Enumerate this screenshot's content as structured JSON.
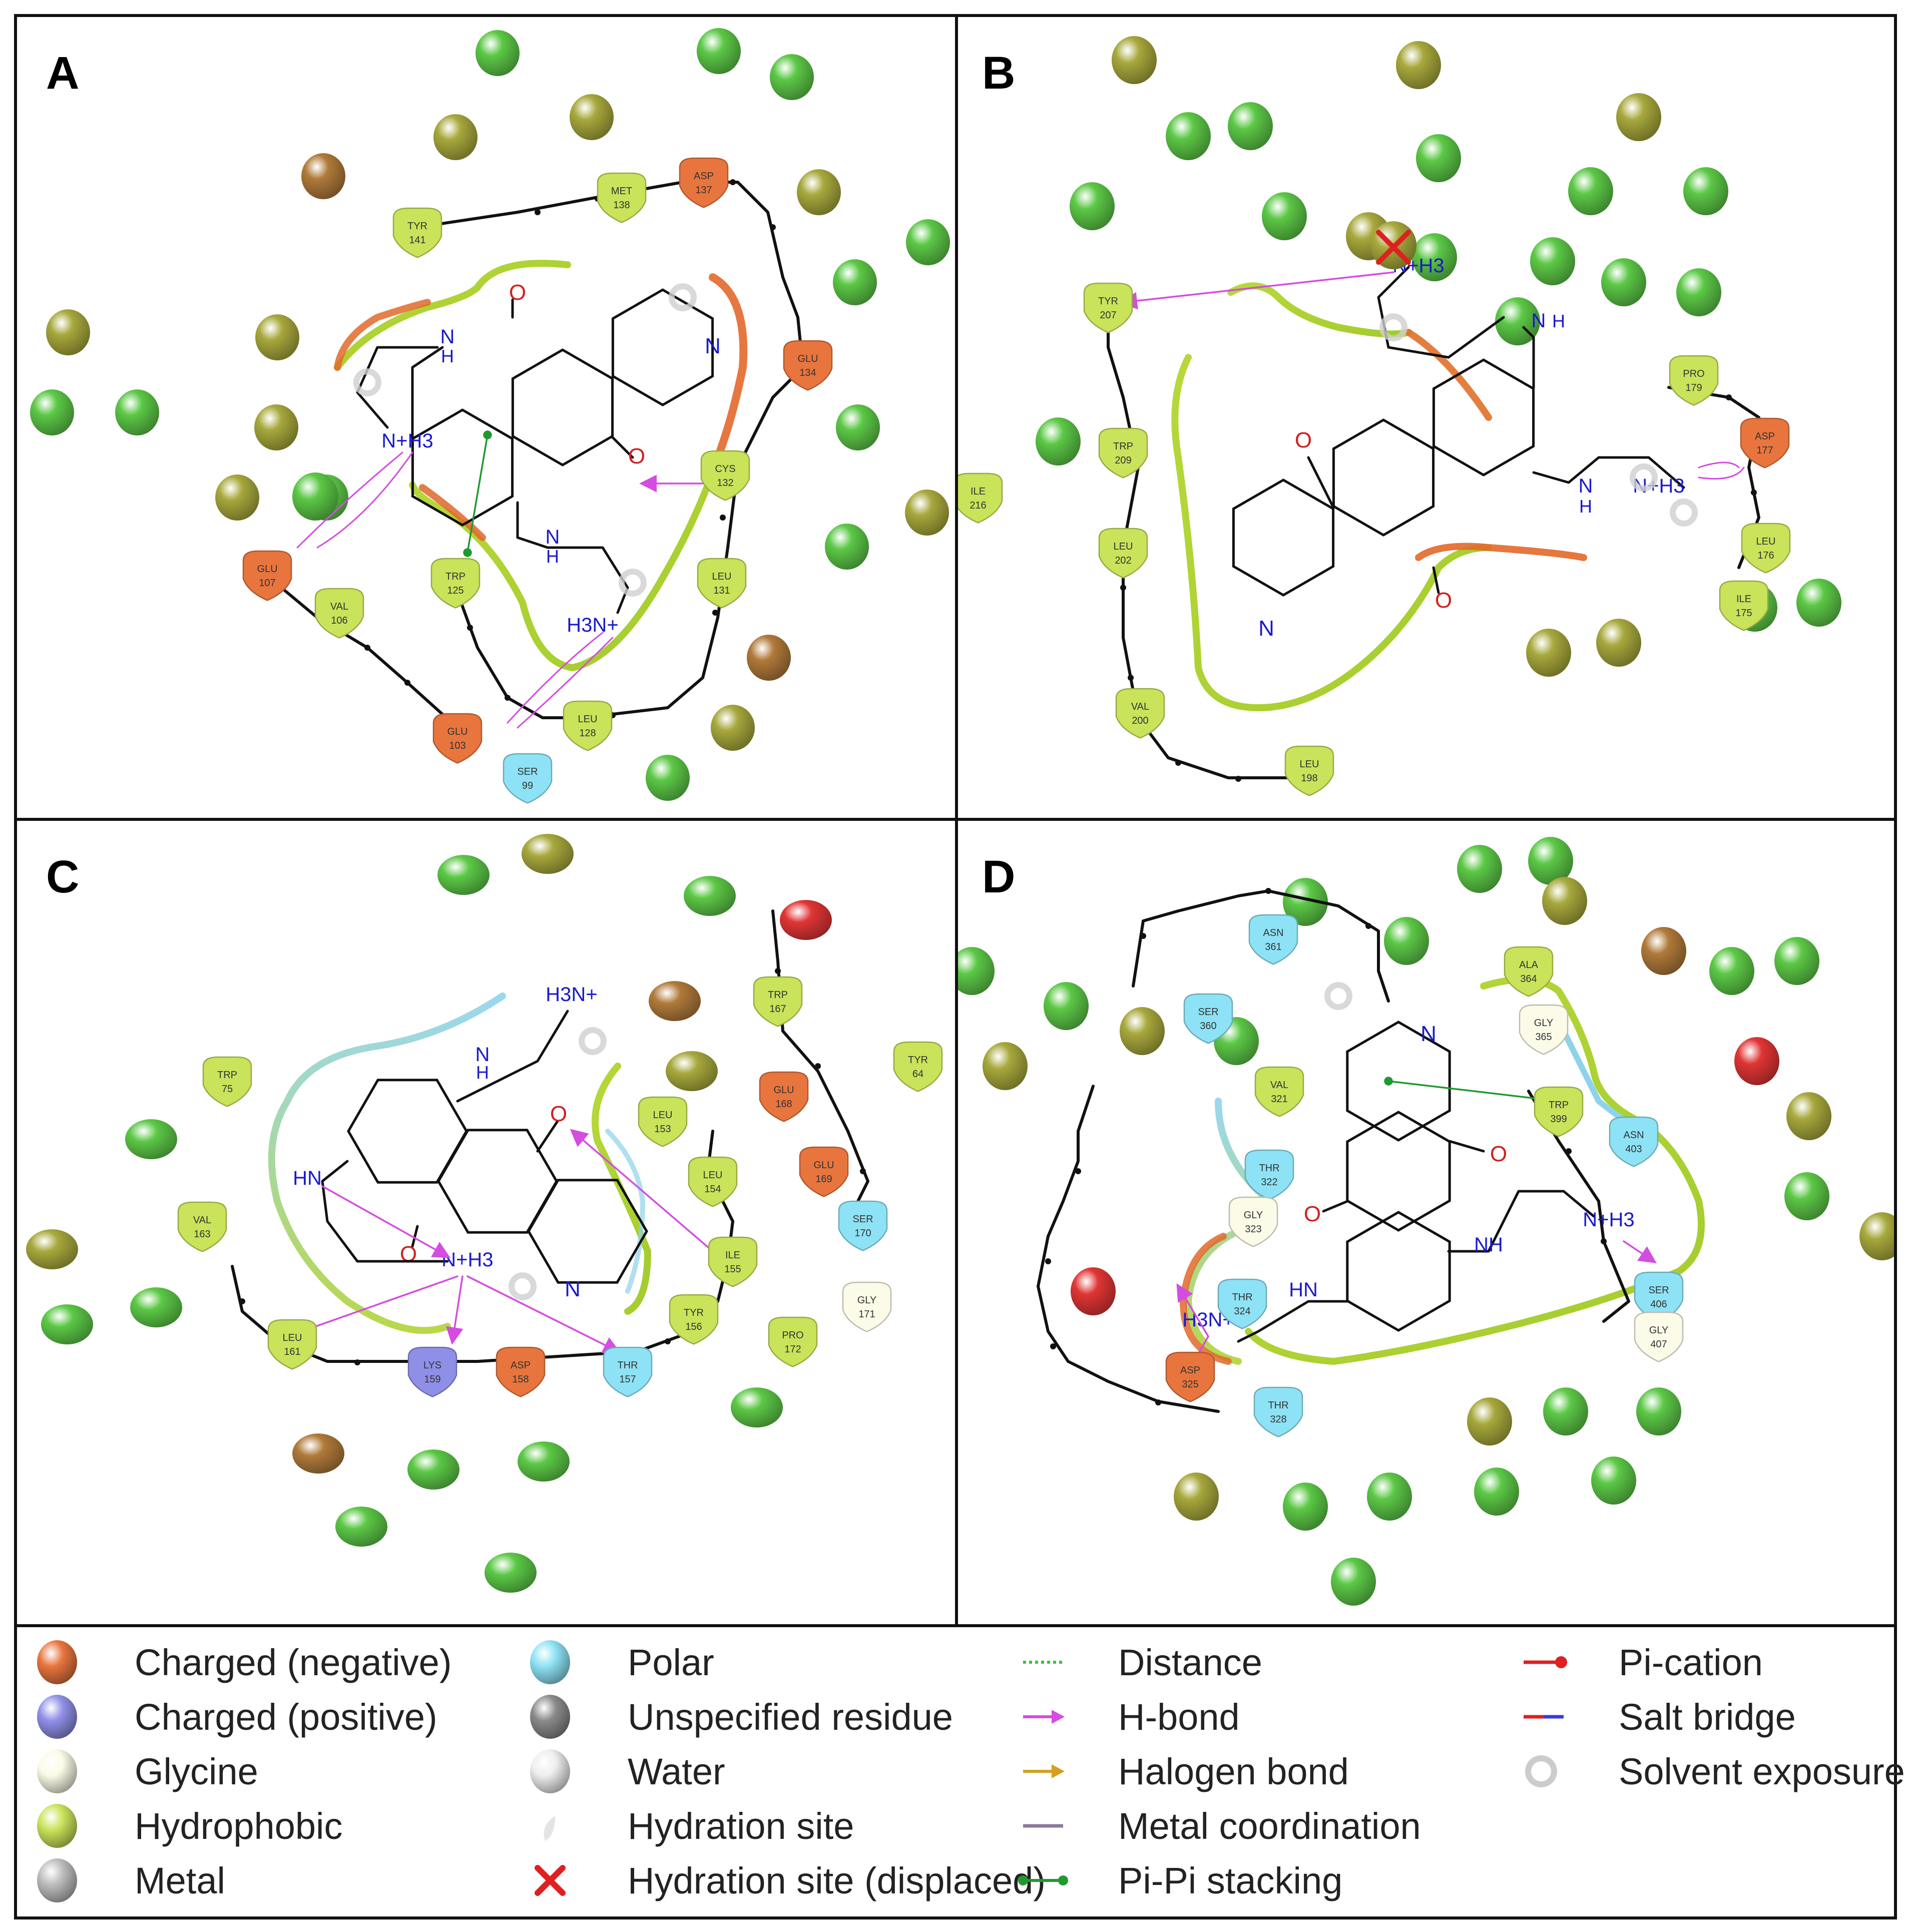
{
  "colors": {
    "negative": "#e8753e",
    "positive": "#8f8fe8",
    "glycine": "#fbfbe8",
    "hydrophobic": "#c9e35a",
    "polar": "#8ee2f5",
    "water_green": "#5cc846",
    "water_olive": "#a7a83c",
    "water_brown": "#b07a3a",
    "water_red": "#e03535",
    "backbone": "#111111",
    "hbond": "#d44ce0",
    "pipi": "#1f9a2f",
    "pocket": "#a8d23a"
  },
  "panels": [
    {
      "label": "A",
      "residues": [
        {
          "name": "TYR",
          "num": "141",
          "type": "hydrophobic"
        },
        {
          "name": "MET",
          "num": "138",
          "type": "hydrophobic"
        },
        {
          "name": "ASP",
          "num": "137",
          "type": "negative"
        },
        {
          "name": "GLU",
          "num": "134",
          "type": "negative"
        },
        {
          "name": "CYS",
          "num": "132",
          "type": "hydrophobic"
        },
        {
          "name": "LEU",
          "num": "131",
          "type": "hydrophobic"
        },
        {
          "name": "LEU",
          "num": "128",
          "type": "hydrophobic"
        },
        {
          "name": "GLU",
          "num": "103",
          "type": "negative"
        },
        {
          "name": "SER",
          "num": "99",
          "type": "polar"
        },
        {
          "name": "VAL",
          "num": "106",
          "type": "hydrophobic"
        },
        {
          "name": "GLU",
          "num": "107",
          "type": "negative"
        },
        {
          "name": "TRP",
          "num": "125",
          "type": "hydrophobic"
        }
      ],
      "atoms": [
        {
          "t": "O"
        },
        {
          "t": "N"
        },
        {
          "t": "O"
        },
        {
          "t": "N"
        },
        {
          "t": "H"
        },
        {
          "t": "N"
        },
        {
          "t": "H"
        },
        {
          "t": "N+H3"
        },
        {
          "t": "H3N+"
        }
      ]
    },
    {
      "label": "B",
      "residues": [
        {
          "name": "TYR",
          "num": "207",
          "type": "hydrophobic"
        },
        {
          "name": "TRP",
          "num": "209",
          "type": "hydrophobic"
        },
        {
          "name": "ILE",
          "num": "216",
          "type": "hydrophobic"
        },
        {
          "name": "LEU",
          "num": "202",
          "type": "hydrophobic"
        },
        {
          "name": "VAL",
          "num": "200",
          "type": "hydrophobic"
        },
        {
          "name": "LEU",
          "num": "198",
          "type": "hydrophobic"
        },
        {
          "name": "PRO",
          "num": "179",
          "type": "hydrophobic"
        },
        {
          "name": "ASP",
          "num": "177",
          "type": "negative"
        },
        {
          "name": "LEU",
          "num": "176",
          "type": "hydrophobic"
        },
        {
          "name": "ILE",
          "num": "175",
          "type": "hydrophobic"
        }
      ],
      "atoms": [
        {
          "t": "N+H3"
        },
        {
          "t": "N"
        },
        {
          "t": "H"
        },
        {
          "t": "O"
        },
        {
          "t": "O"
        },
        {
          "t": "N"
        },
        {
          "t": "N"
        },
        {
          "t": "H"
        },
        {
          "t": "N+H3"
        }
      ]
    },
    {
      "label": "C",
      "residues": [
        {
          "name": "TRP",
          "num": "75",
          "type": "hydrophobic"
        },
        {
          "name": "VAL",
          "num": "163",
          "type": "hydrophobic"
        },
        {
          "name": "LEU",
          "num": "161",
          "type": "hydrophobic"
        },
        {
          "name": "LYS",
          "num": "159",
          "type": "positive"
        },
        {
          "name": "ASP",
          "num": "158",
          "type": "negative"
        },
        {
          "name": "THR",
          "num": "157",
          "type": "polar"
        },
        {
          "name": "TYR",
          "num": "156",
          "type": "hydrophobic"
        },
        {
          "name": "ILE",
          "num": "155",
          "type": "hydrophobic"
        },
        {
          "name": "LEU",
          "num": "154",
          "type": "hydrophobic"
        },
        {
          "name": "LEU",
          "num": "153",
          "type": "hydrophobic"
        },
        {
          "name": "TRP",
          "num": "167",
          "type": "hydrophobic"
        },
        {
          "name": "GLU",
          "num": "168",
          "type": "negative"
        },
        {
          "name": "GLU",
          "num": "169",
          "type": "negative"
        },
        {
          "name": "SER",
          "num": "170",
          "type": "polar"
        },
        {
          "name": "GLY",
          "num": "171",
          "type": "glycine"
        },
        {
          "name": "PRO",
          "num": "172",
          "type": "hydrophobic"
        },
        {
          "name": "TYR",
          "num": "64",
          "type": "hydrophobic"
        }
      ],
      "atoms": [
        {
          "t": "H3N+"
        },
        {
          "t": "H"
        },
        {
          "t": "N"
        },
        {
          "t": "O"
        },
        {
          "t": "HN"
        },
        {
          "t": "O"
        },
        {
          "t": "N+H3"
        },
        {
          "t": "N"
        }
      ]
    },
    {
      "label": "D",
      "residues": [
        {
          "name": "ASN",
          "num": "361",
          "type": "polar"
        },
        {
          "name": "SER",
          "num": "360",
          "type": "polar"
        },
        {
          "name": "ALA",
          "num": "364",
          "type": "hydrophobic"
        },
        {
          "name": "GLY",
          "num": "365",
          "type": "glycine"
        },
        {
          "name": "TRP",
          "num": "399",
          "type": "hydrophobic"
        },
        {
          "name": "ASN",
          "num": "403",
          "type": "polar"
        },
        {
          "name": "SER",
          "num": "406",
          "type": "polar"
        },
        {
          "name": "GLY",
          "num": "407",
          "type": "glycine"
        },
        {
          "name": "VAL",
          "num": "321",
          "type": "hydrophobic"
        },
        {
          "name": "THR",
          "num": "322",
          "type": "polar"
        },
        {
          "name": "GLY",
          "num": "323",
          "type": "glycine"
        },
        {
          "name": "THR",
          "num": "324",
          "type": "polar"
        },
        {
          "name": "ASP",
          "num": "325",
          "type": "negative"
        },
        {
          "name": "THR",
          "num": "328",
          "type": "polar"
        }
      ],
      "atoms": [
        {
          "t": "N"
        },
        {
          "t": "O"
        },
        {
          "t": "O"
        },
        {
          "t": "N"
        },
        {
          "t": "N+H3"
        },
        {
          "t": "NH"
        },
        {
          "t": "HN"
        },
        {
          "t": "H3N+"
        }
      ]
    }
  ],
  "legend": [
    {
      "label": "Charged (negative)",
      "symbol": "ball",
      "color": "#e8753e"
    },
    {
      "label": "Charged (positive)",
      "symbol": "ball",
      "color": "#8f8fe8"
    },
    {
      "label": "Glycine",
      "symbol": "ball",
      "color": "#fbfbe8"
    },
    {
      "label": "Hydrophobic",
      "symbol": "ball",
      "color": "#c9e35a"
    },
    {
      "label": "Metal",
      "symbol": "ball",
      "color": "#bdbdbd"
    },
    {
      "label": "Polar",
      "symbol": "ball",
      "color": "#8ee2f5"
    },
    {
      "label": "Unspecified residue",
      "symbol": "ball",
      "color": "#8a8a8a"
    },
    {
      "label": "Water",
      "symbol": "ball",
      "color": "#eeeeee"
    },
    {
      "label": "Hydration site",
      "symbol": "hydration",
      "color": "#dddddd"
    },
    {
      "label": "Hydration site (displaced)",
      "symbol": "cross",
      "color": "#e02020"
    },
    {
      "label": "Distance",
      "symbol": "dotted",
      "color": "#3fbf3f"
    },
    {
      "label": "H-bond",
      "symbol": "arrow",
      "color": "#d44ce0"
    },
    {
      "label": "Halogen bond",
      "symbol": "arrow",
      "color": "#d4a020"
    },
    {
      "label": "Metal coordination",
      "symbol": "line",
      "color": "#8a7a9a"
    },
    {
      "label": "Pi-Pi stacking",
      "symbol": "pipi",
      "color": "#1f9a2f"
    },
    {
      "label": "Pi-cation",
      "symbol": "picat",
      "color": "#e02020"
    },
    {
      "label": "Salt bridge",
      "symbol": "salt",
      "color": "#8a5ac8"
    },
    {
      "label": "Solvent exposure",
      "symbol": "ring",
      "color": "#cccccc"
    }
  ]
}
